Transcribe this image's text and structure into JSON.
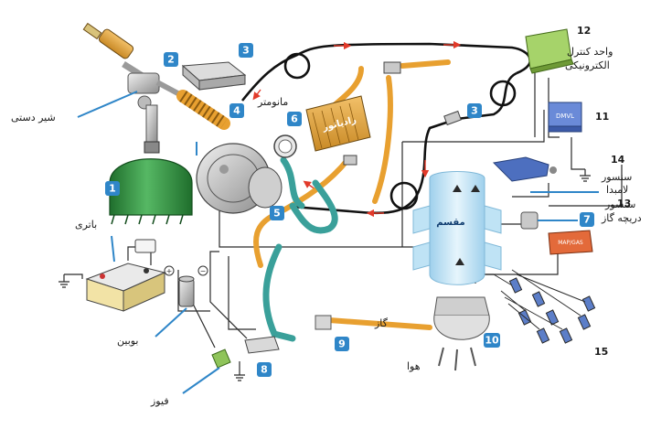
{
  "labels": {
    "hand_valve": "شیر دستی",
    "battery": "باتری",
    "coil": "بوبین",
    "fuse": "فیوز",
    "manometer": "مانومتر",
    "radiator": "رادیاتور",
    "ecu_line1": "واحد کنترل",
    "ecu_line2": "الکترونیکی",
    "lambda_line1": "سنسور",
    "lambda_line2": "لامبدا",
    "throttle_line1": "سنسور",
    "throttle_line2": "دریچه گاز",
    "manifold": "مقسم",
    "gas": "گاز",
    "air": "هوا",
    "dmvl": "DMVL",
    "map": "MAP/GAS"
  },
  "numbers": {
    "n1": "1",
    "n2": "2",
    "n3": "3",
    "n4": "4",
    "n5": "5",
    "n6": "6",
    "n7": "7",
    "n8": "8",
    "n9": "9",
    "n10": "10",
    "n11": "11",
    "n12": "12",
    "n13": "13",
    "n14": "14",
    "n15": "15"
  },
  "colors": {
    "line": "#1c1c1c",
    "hose_orange": "#e8a030",
    "hose_teal": "#3aa09a",
    "callout": "#2f86c8",
    "tank": "#3a9a4a",
    "intake": "#bfe3f5"
  }
}
